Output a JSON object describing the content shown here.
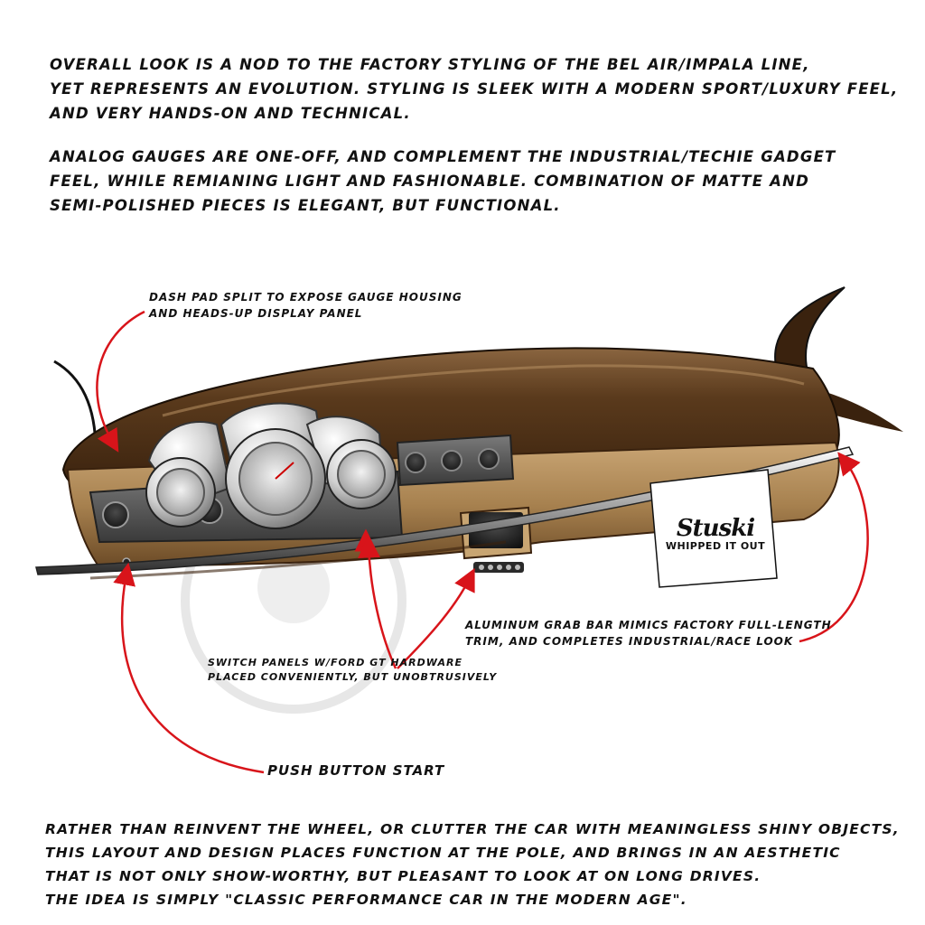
{
  "intro": {
    "paragraph1": [
      "Overall look is a nod to the factory styling of the Bel Air/Impala line,",
      "yet represents an evolution. Styling is sleek with a modern sport/luxury feel,",
      "and very hands-on and technical."
    ],
    "paragraph2": [
      "Analog gauges are one-off, and complement the industrial/techie gadget",
      "feel, while remianing light and fashionable. Combination of matte and",
      "semi-polished pieces is elegant, but functional."
    ]
  },
  "callouts": {
    "dash_pad": [
      "Dash pad split to expose gauge housing",
      "and heads-up display panel"
    ],
    "grab_bar": [
      "Aluminum grab bar mimics factory full-length",
      "trim, and completes industrial/race look"
    ],
    "switch_panels": [
      "Switch panels w/Ford GT hardware",
      "placed conveniently, but unobtrusively"
    ],
    "push_button": "Push button start"
  },
  "signature": {
    "name": "Stuski",
    "tagline": "WHIPPED IT OUT"
  },
  "outro": [
    "Rather than reinvent the wheel, or clutter the car with meaningless shiny objects,",
    "this layout and design places function at the pole, and brings in an aesthetic",
    "that is not only show-worthy, but pleasant to look at on long drives.",
    "The idea is simply \"classic performance car in the modern age\"."
  ],
  "colors": {
    "dash_brown": "#5a3a1c",
    "dash_tan": "#a7814f",
    "arrow_red": "#d8141a",
    "chrome": "#d9d9d9"
  }
}
